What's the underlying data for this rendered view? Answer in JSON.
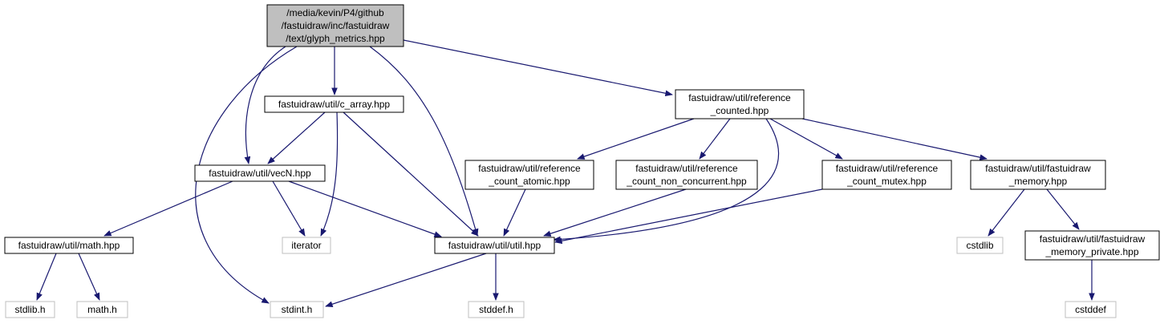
{
  "diagram": {
    "colors": {
      "edge": "#191970",
      "root_fill": "#bfbfbf",
      "node_border": "#000000",
      "sys_border": "#bfbfbf",
      "text": "#000000"
    },
    "nodes": [
      {
        "id": "root",
        "kind": "root",
        "lines": [
          "/media/kevin/P4/github",
          "/fastuidraw/inc/fastuidraw",
          "/text/glyph_metrics.hpp"
        ]
      },
      {
        "id": "c_array",
        "kind": "file",
        "lines": [
          "fastuidraw/util/c_array.hpp"
        ]
      },
      {
        "id": "refcounted",
        "kind": "file",
        "lines": [
          "fastuidraw/util/reference",
          "_counted.hpp"
        ]
      },
      {
        "id": "vecN",
        "kind": "file",
        "lines": [
          "fastuidraw/util/vecN.hpp"
        ]
      },
      {
        "id": "rc_atomic",
        "kind": "file",
        "lines": [
          "fastuidraw/util/reference",
          "_count_atomic.hpp"
        ]
      },
      {
        "id": "rc_nonconc",
        "kind": "file",
        "lines": [
          "fastuidraw/util/reference",
          "_count_non_concurrent.hpp"
        ]
      },
      {
        "id": "rc_mutex",
        "kind": "file",
        "lines": [
          "fastuidraw/util/reference",
          "_count_mutex.hpp"
        ]
      },
      {
        "id": "fd_memory",
        "kind": "file",
        "lines": [
          "fastuidraw/util/fastuidraw",
          "_memory.hpp"
        ]
      },
      {
        "id": "math_hpp",
        "kind": "file",
        "lines": [
          "fastuidraw/util/math.hpp"
        ]
      },
      {
        "id": "iterator",
        "kind": "system",
        "lines": [
          "iterator"
        ]
      },
      {
        "id": "util_hpp",
        "kind": "file",
        "lines": [
          "fastuidraw/util/util.hpp"
        ]
      },
      {
        "id": "cstdlib",
        "kind": "system",
        "lines": [
          "cstdlib"
        ]
      },
      {
        "id": "fd_mem_priv",
        "kind": "file",
        "lines": [
          "fastuidraw/util/fastuidraw",
          "_memory_private.hpp"
        ]
      },
      {
        "id": "stdlib_h",
        "kind": "system",
        "lines": [
          "stdlib.h"
        ]
      },
      {
        "id": "math_h",
        "kind": "system",
        "lines": [
          "math.h"
        ]
      },
      {
        "id": "stdint_h",
        "kind": "system",
        "lines": [
          "stdint.h"
        ]
      },
      {
        "id": "stddef_h",
        "kind": "system",
        "lines": [
          "stddef.h"
        ]
      },
      {
        "id": "cstddef",
        "kind": "system",
        "lines": [
          "cstddef"
        ]
      }
    ],
    "edges": [
      {
        "from": "root",
        "to": "c_array"
      },
      {
        "from": "root",
        "to": "vecN"
      },
      {
        "from": "root",
        "to": "refcounted"
      },
      {
        "from": "root",
        "to": "util_hpp"
      },
      {
        "from": "root",
        "to": "stdint_h"
      },
      {
        "from": "c_array",
        "to": "vecN"
      },
      {
        "from": "c_array",
        "to": "iterator"
      },
      {
        "from": "c_array",
        "to": "util_hpp"
      },
      {
        "from": "vecN",
        "to": "math_hpp"
      },
      {
        "from": "vecN",
        "to": "iterator"
      },
      {
        "from": "vecN",
        "to": "util_hpp"
      },
      {
        "from": "refcounted",
        "to": "rc_atomic"
      },
      {
        "from": "refcounted",
        "to": "rc_nonconc"
      },
      {
        "from": "refcounted",
        "to": "rc_mutex"
      },
      {
        "from": "refcounted",
        "to": "fd_memory"
      },
      {
        "from": "refcounted",
        "to": "util_hpp"
      },
      {
        "from": "rc_atomic",
        "to": "util_hpp"
      },
      {
        "from": "rc_nonconc",
        "to": "util_hpp"
      },
      {
        "from": "rc_mutex",
        "to": "util_hpp"
      },
      {
        "from": "fd_memory",
        "to": "cstdlib"
      },
      {
        "from": "fd_memory",
        "to": "fd_mem_priv"
      },
      {
        "from": "fd_mem_priv",
        "to": "cstddef"
      },
      {
        "from": "math_hpp",
        "to": "stdlib_h"
      },
      {
        "from": "math_hpp",
        "to": "math_h"
      },
      {
        "from": "util_hpp",
        "to": "stdint_h"
      },
      {
        "from": "util_hpp",
        "to": "stddef_h"
      }
    ]
  }
}
